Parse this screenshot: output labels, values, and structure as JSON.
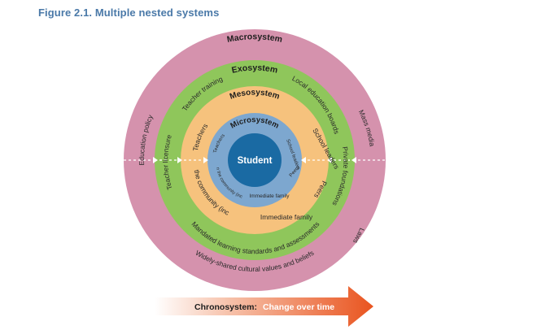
{
  "figure_title": "Figure 2.1. Multiple nested systems",
  "center": {
    "label": "Student"
  },
  "rings": {
    "macrosystem": {
      "title": "Macrosystem",
      "items": [
        "Education policy",
        "Mass media",
        "Laws",
        "Widely-shared cultural values and beliefs"
      ]
    },
    "exosystem": {
      "title": "Exosystem",
      "items": [
        "Teacher training",
        "Local education boards",
        "Teacher licensure",
        "Private foundations",
        "Mandated learning standards and assessments"
      ]
    },
    "mesosystem": {
      "title": "Mesosystem",
      "items": [
        "Teachers",
        "School leaders",
        "People in the community (inc. NGOs)",
        "Peers",
        "Immediate family"
      ]
    },
    "microsystem": {
      "title": "Microsystem",
      "items": [
        "Teachers",
        "School leaders",
        "People in the community (inc. NGOs)",
        "Peers",
        "Immediate family"
      ]
    }
  },
  "chronosystem": {
    "label": "Chronosystem:",
    "value": "Change over time"
  },
  "colors": {
    "macro": "#d592ad",
    "exo": "#8fc65b",
    "meso": "#f6c27d",
    "micro": "#7da7cf",
    "center": "#1a6aa3",
    "arrow": "#e9541f"
  }
}
